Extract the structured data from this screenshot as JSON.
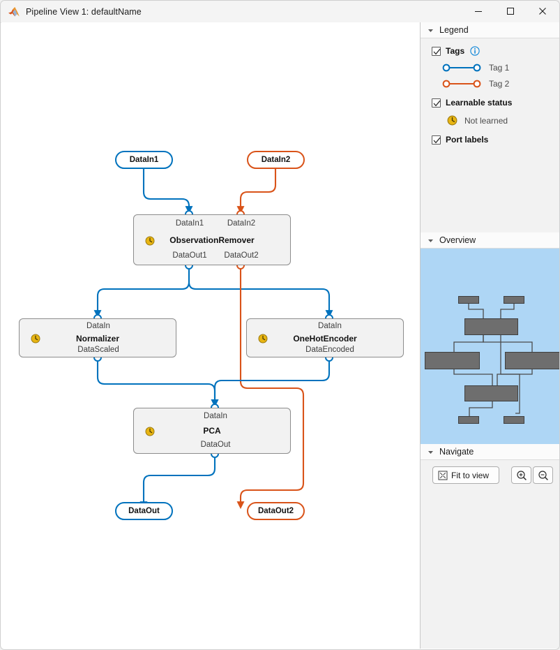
{
  "window": {
    "title": "Pipeline View 1: defaultName",
    "app_icon": "matlab-logo-icon",
    "minimize_icon": "minimize-icon",
    "maximize_icon": "maximize-icon",
    "close_icon": "close-icon"
  },
  "colors": {
    "tag1": "#0072BD",
    "tag2": "#D95319",
    "node_fill": "#f2f2f2",
    "node_border": "#8c8c8c",
    "panel_bg": "#f2f2f2",
    "overview_bg": "#aed6f5",
    "overview_block": "#6e6e6e",
    "badge": "#E8B512",
    "info": "#0a84d8"
  },
  "legend": {
    "title": "Legend",
    "collapse_icon": "chevron-down-icon",
    "tags": {
      "label": "Tags",
      "checked": true,
      "info_icon": "info-icon",
      "entries": [
        {
          "label": "Tag 1",
          "color": "#0072BD"
        },
        {
          "label": "Tag 2",
          "color": "#D95319"
        }
      ]
    },
    "learnable": {
      "label": "Learnable status",
      "checked": true,
      "entries": [
        {
          "label": "Not learned",
          "icon": "clock-icon"
        }
      ]
    },
    "port_labels": {
      "label": "Port labels",
      "checked": true
    }
  },
  "overview": {
    "title": "Overview",
    "collapse_icon": "chevron-down-icon"
  },
  "navigate": {
    "title": "Navigate",
    "collapse_icon": "chevron-down-icon",
    "fit_to_view_label": "Fit to view",
    "fit_icon": "fit-to-view-icon",
    "zoom_in_icon": "zoom-in-icon",
    "zoom_out_icon": "zoom-out-icon"
  },
  "graph": {
    "terminals": [
      {
        "id": "in1",
        "label": "DataIn1",
        "color": "#0072BD"
      },
      {
        "id": "in2",
        "label": "DataIn2",
        "color": "#D95319"
      },
      {
        "id": "out1",
        "label": "DataOut",
        "color": "#0072BD"
      },
      {
        "id": "out2",
        "label": "DataOut2",
        "color": "#D95319"
      }
    ],
    "nodes": [
      {
        "id": "observationremover",
        "title": "ObservationRemover",
        "badge": "clock-icon",
        "inputs": [
          "DataIn1",
          "DataIn2"
        ],
        "outputs": [
          "DataOut1",
          "DataOut2"
        ]
      },
      {
        "id": "normalizer",
        "title": "Normalizer",
        "badge": "clock-icon",
        "inputs": [
          "DataIn"
        ],
        "outputs": [
          "DataScaled"
        ]
      },
      {
        "id": "onehotencoder",
        "title": "OneHotEncoder",
        "badge": "clock-icon",
        "inputs": [
          "DataIn"
        ],
        "outputs": [
          "DataEncoded"
        ]
      },
      {
        "id": "pca",
        "title": "PCA",
        "badge": "clock-icon",
        "inputs": [
          "DataIn"
        ],
        "outputs": [
          "DataOut"
        ]
      }
    ]
  }
}
